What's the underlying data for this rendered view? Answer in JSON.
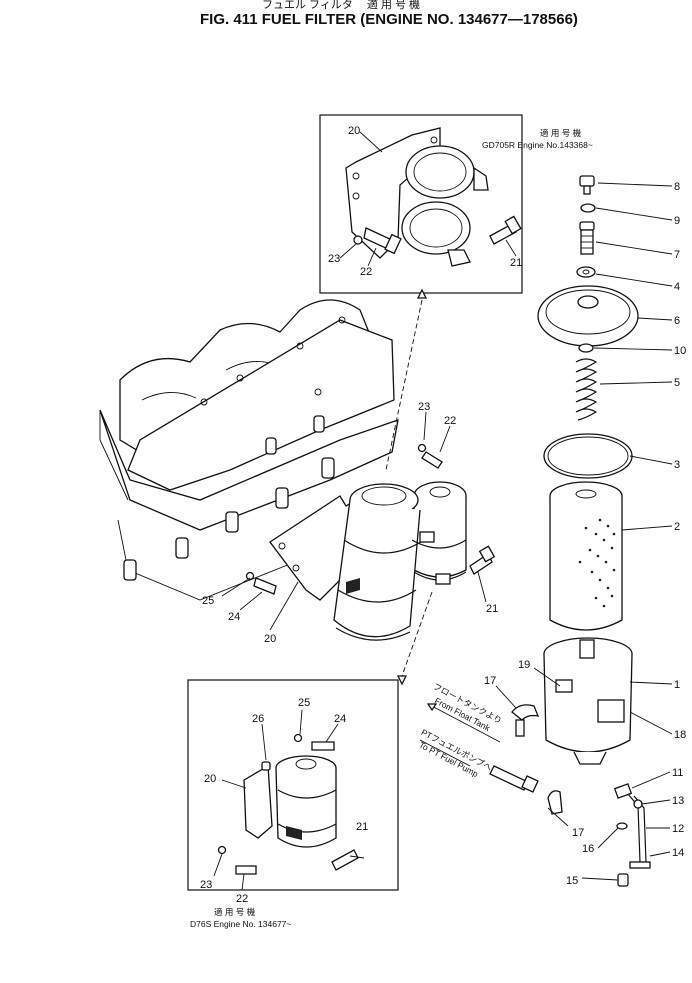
{
  "header": {
    "title_jp": "フュエル フィルタ　 適 用 号 機",
    "title": "FIG. 411  FUEL FILTER (ENGINE NO. 134677—178566)"
  },
  "inset_top": {
    "applicable_jp": "適 用 号 機",
    "applicable": "GD705R  Engine  No.143368~",
    "labels": [
      "20",
      "23",
      "22",
      "21"
    ]
  },
  "inset_bottom": {
    "applicable_jp": "適 用 号 機",
    "applicable": "D76S Engine No. 134677~",
    "labels": [
      "25",
      "26",
      "24",
      "20",
      "21",
      "23",
      "22"
    ]
  },
  "main_labels": [
    "23",
    "22",
    "25",
    "24",
    "20",
    "21"
  ],
  "exploded_labels": [
    "8",
    "9",
    "7",
    "4",
    "6",
    "10",
    "5",
    "3",
    "2",
    "1",
    "19",
    "17",
    "18",
    "11",
    "13",
    "12",
    "14",
    "16",
    "17",
    "15"
  ],
  "annotations": {
    "from_tank_jp": "フロートタンクより",
    "from_tank": "From Float Tank",
    "to_pump_jp": "PTフュエルポンプへ",
    "to_pump": "To PT Fuel Pump"
  }
}
